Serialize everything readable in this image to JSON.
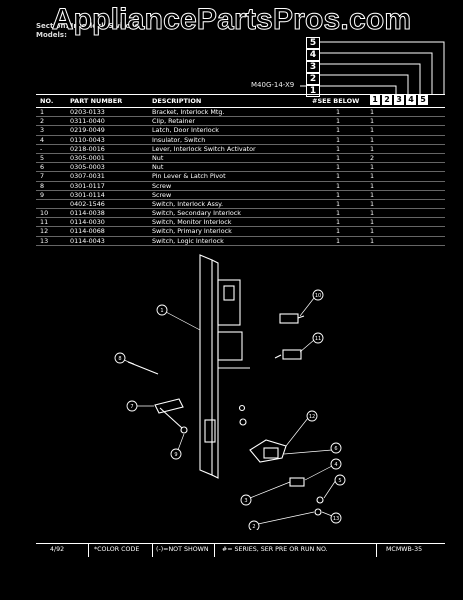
{
  "watermark": "AppliancePartsPros.com",
  "header": {
    "section": "Section: Interlock Switches",
    "models_label": "Models:"
  },
  "models": {
    "numbers": [
      "5",
      "4",
      "3",
      "2",
      "1"
    ],
    "code": "M40G-14-X9",
    "see_below": "#SEE BELOW"
  },
  "table": {
    "headers": {
      "no": "NO.",
      "part_number": "PART NUMBER",
      "description": "DESCRIPTION"
    },
    "columns": [
      "1",
      "2",
      "3",
      "4",
      "5"
    ],
    "rows": [
      {
        "no": "1",
        "pn": "0203-0133",
        "desc": "Bracket, Interlock Mtg.",
        "q1": "1",
        "q2": "1"
      },
      {
        "no": "2",
        "pn": "0311-0040",
        "desc": "Clip, Retainer",
        "q1": "1",
        "q2": "1"
      },
      {
        "no": "3",
        "pn": "0219-0049",
        "desc": "Latch, Door Interlock",
        "q1": "1",
        "q2": "1"
      },
      {
        "no": "4",
        "pn": "0110-0043",
        "desc": "Insulator, Switch",
        "q1": "1",
        "q2": "1"
      },
      {
        "no": "-",
        "pn": "0218-0016",
        "desc": "Lever, Interlock Switch Activator",
        "q1": "1",
        "q2": "1"
      },
      {
        "no": "5",
        "pn": "0305-0001",
        "desc": "Nut",
        "q1": "1",
        "q2": "2"
      },
      {
        "no": "6",
        "pn": "0305-0003",
        "desc": "Nut",
        "q1": "1",
        "q2": "1"
      },
      {
        "no": "7",
        "pn": "0307-0031",
        "desc": "Pin Lever & Latch Pivot",
        "q1": "1",
        "q2": "1"
      },
      {
        "no": "8",
        "pn": "0301-0117",
        "desc": "Screw",
        "q1": "1",
        "q2": "1"
      },
      {
        "no": "9",
        "pn": "0301-0114",
        "desc": "Screw",
        "q1": "1",
        "q2": "1"
      },
      {
        "no": "",
        "pn": "0402-1546",
        "desc": "Switch, Interlock Assy.",
        "q1": "1",
        "q2": "1"
      },
      {
        "no": "10",
        "pn": "0114-0038",
        "desc": "Switch, Secondary Interlock",
        "q1": "1",
        "q2": "1"
      },
      {
        "no": "11",
        "pn": "0114-0030",
        "desc": "Switch, Monitor Interlock",
        "q1": "1",
        "q2": "1"
      },
      {
        "no": "12",
        "pn": "0114-0068",
        "desc": "Switch, Primary Interlock",
        "q1": "1",
        "q2": "1"
      },
      {
        "no": "13",
        "pn": "0114-0043",
        "desc": "Switch, Logic Interlock",
        "q1": "1",
        "q2": "1"
      }
    ]
  },
  "diagram": {
    "callouts": [
      "1",
      "10",
      "11",
      "8",
      "7",
      "9",
      "12",
      "6",
      "4",
      "5",
      "3",
      "2",
      "13"
    ]
  },
  "footer": {
    "date": "4/92",
    "color_code": "*COLOR CODE",
    "not_shown": "(-)=NOT SHOWN",
    "series": "#= SERIES, SER PRE OR RUN NO.",
    "page_code": "MCMWB-35"
  }
}
